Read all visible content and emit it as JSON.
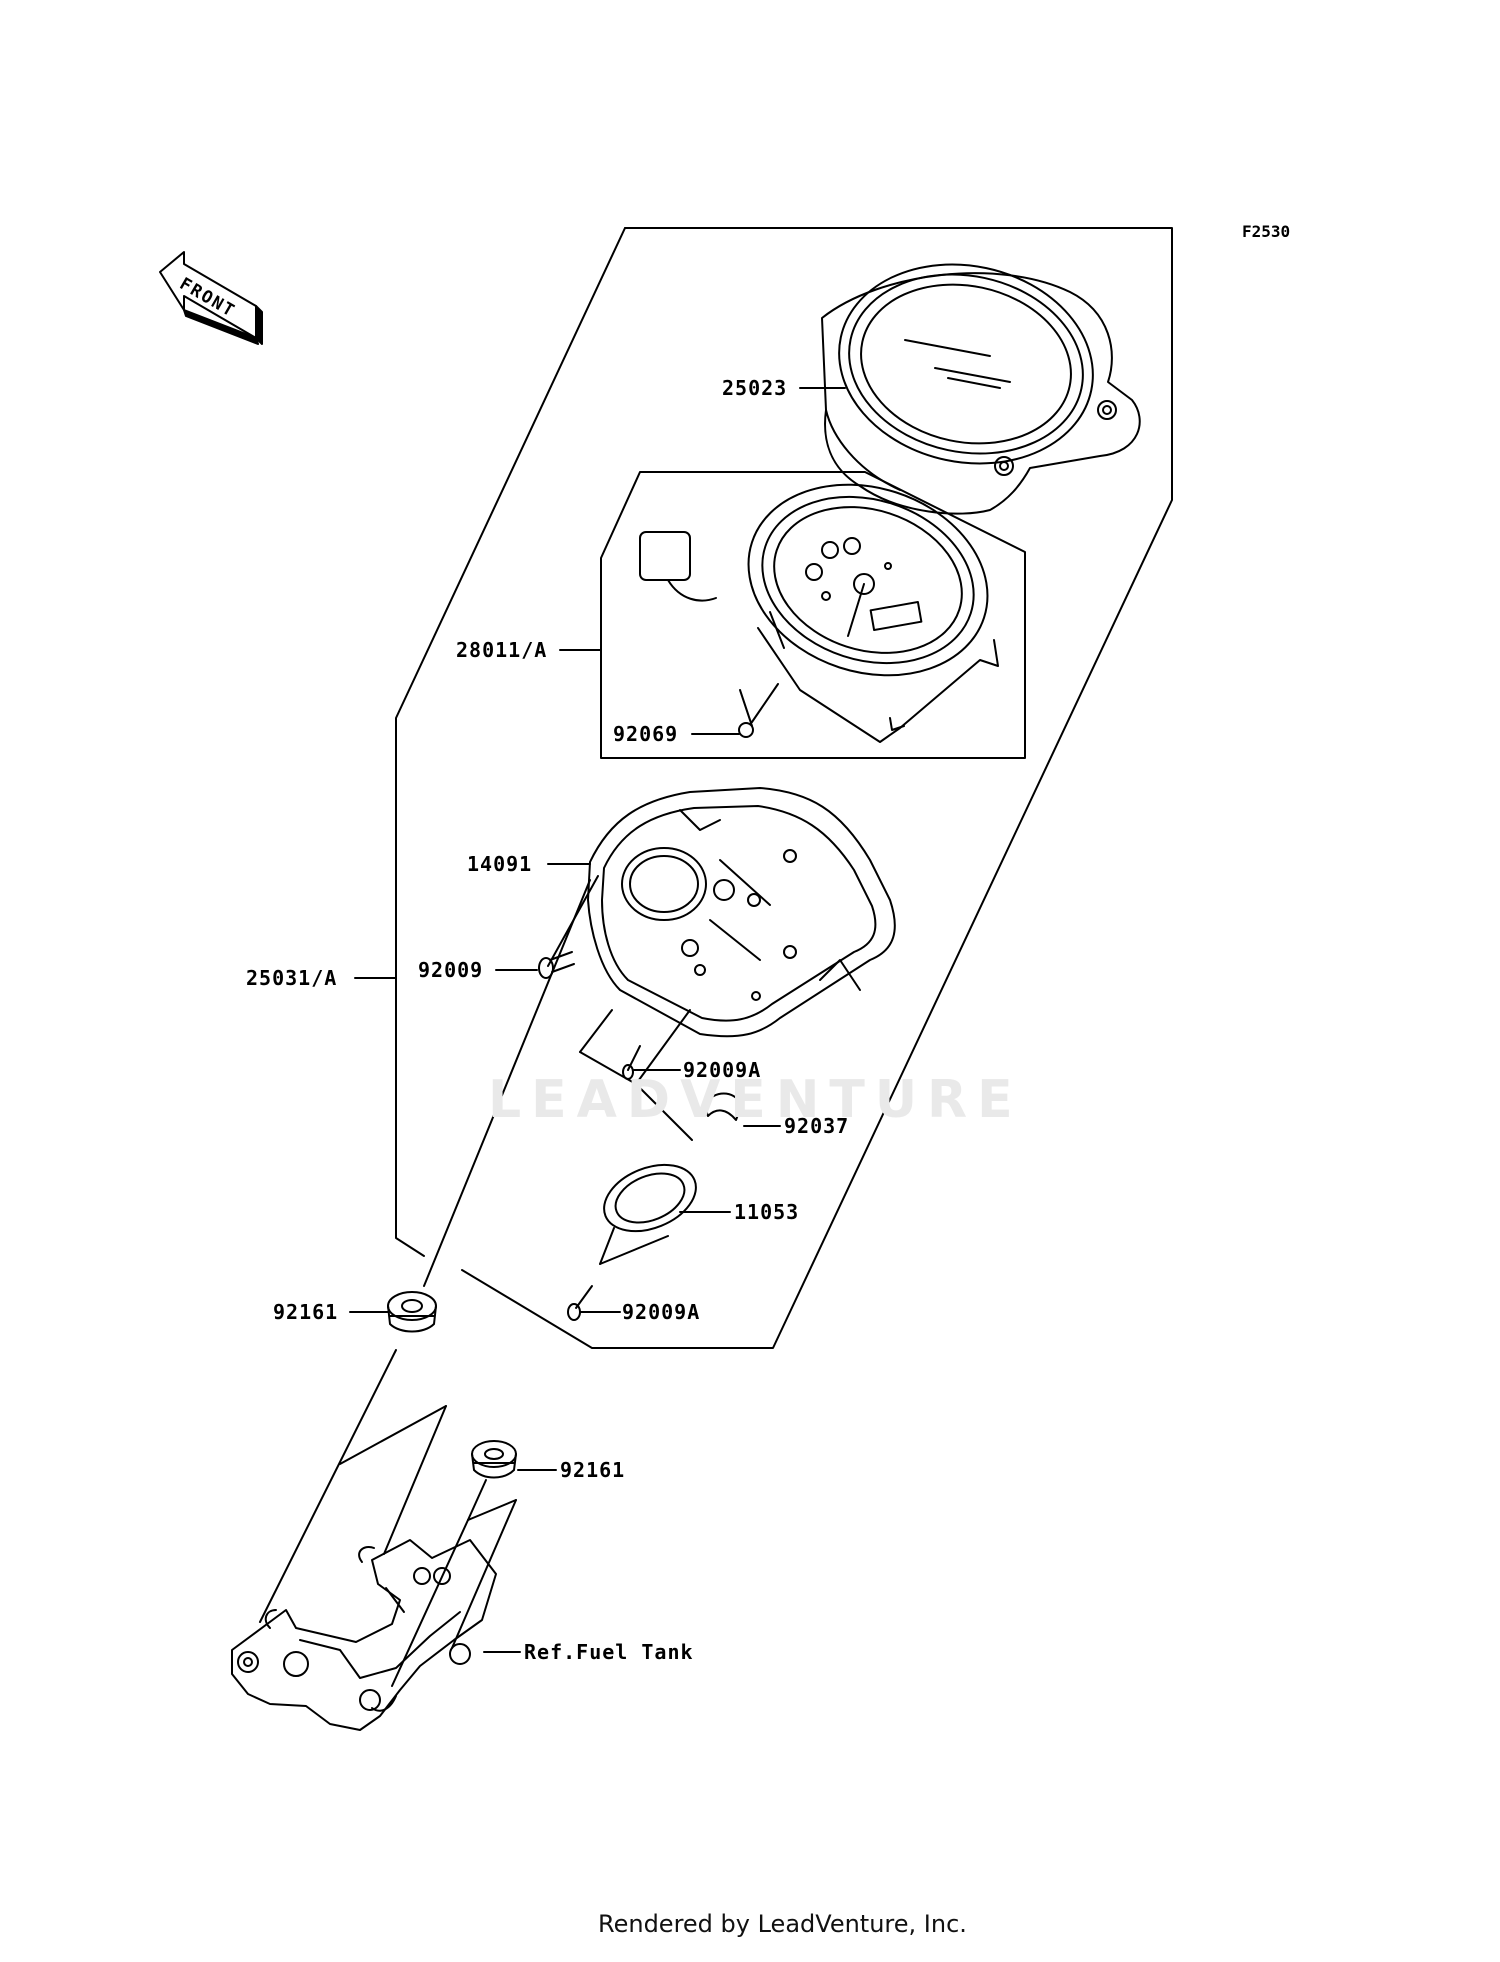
{
  "figure_id": "F2530",
  "front_label": "FRONT",
  "watermark": "LEADVENTURE",
  "footer": "Rendered by LeadVenture, Inc.",
  "parts": {
    "p25023": "25023",
    "p28011A": "28011/A",
    "p92069": "92069",
    "p14091": "14091",
    "p25031A": "25031/A",
    "p92009": "92009",
    "p92009A_1": "92009A",
    "p92037": "92037",
    "p11053": "11053",
    "p92009A_2": "92009A",
    "p92161_1": "92161",
    "p92161_2": "92161",
    "ref_fuel_tank": "Ref.Fuel Tank"
  },
  "colors": {
    "line": "#000000",
    "watermark": "#e9e9e9"
  }
}
